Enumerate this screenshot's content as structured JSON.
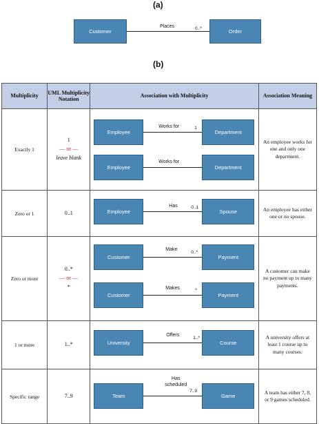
{
  "panel_a": {
    "label": "(a)",
    "left_class": "Customer",
    "right_class": "Order",
    "association": "Places",
    "multiplicity": "0..*"
  },
  "panel_b": {
    "label": "(b)"
  },
  "colors": {
    "class_fill": "#4a86b4",
    "header_fill": "#c3cfe6",
    "or_red": "#d31c1c"
  },
  "table": {
    "headers": [
      "Multiplicity",
      "UML Multiplicity Notation",
      "Association with Multiplicity",
      "Association Meaning"
    ],
    "rows": [
      {
        "multiplicity": "Exactly 1",
        "notation": [
          "1",
          "— or —",
          "leave blank"
        ],
        "diagrams": [
          {
            "left": "Employee",
            "assoc": "Works for",
            "mult": "1",
            "right": "Department"
          },
          {
            "left": "Employee",
            "assoc": "Works for",
            "mult": "",
            "right": "Department"
          }
        ],
        "meaning": "An employee works for one and only one department."
      },
      {
        "multiplicity": "Zero or 1",
        "notation": [
          "0..1"
        ],
        "diagrams": [
          {
            "left": "Employee",
            "assoc": "Has",
            "mult": "0..1",
            "right": "Spouse"
          }
        ],
        "meaning": "An employee has either one or no spouse."
      },
      {
        "multiplicity": "Zero or more",
        "notation": [
          "0..*",
          "— or —",
          "*"
        ],
        "diagrams": [
          {
            "left": "Customer",
            "assoc": "Make",
            "mult": "0..*",
            "right": "Payment"
          },
          {
            "left": "Customer",
            "assoc": "Makes",
            "mult": "*",
            "right": "Payment"
          }
        ],
        "meaning": "A customer can make no payment up to many payments."
      },
      {
        "multiplicity": "1 or more",
        "notation": [
          "1..*"
        ],
        "diagrams": [
          {
            "left": "University",
            "assoc": "Offers",
            "mult": "1..*",
            "right": "Course"
          }
        ],
        "meaning": "A university offers at least 1 course up to many courses."
      },
      {
        "multiplicity": "Specific range",
        "notation": [
          "7..9"
        ],
        "diagrams": [
          {
            "left": "Team",
            "assoc": "Has scheduled",
            "mult": "7..9",
            "right": "Game"
          }
        ],
        "meaning": "A team has either 7, 8, or 9 games scheduled."
      }
    ]
  }
}
